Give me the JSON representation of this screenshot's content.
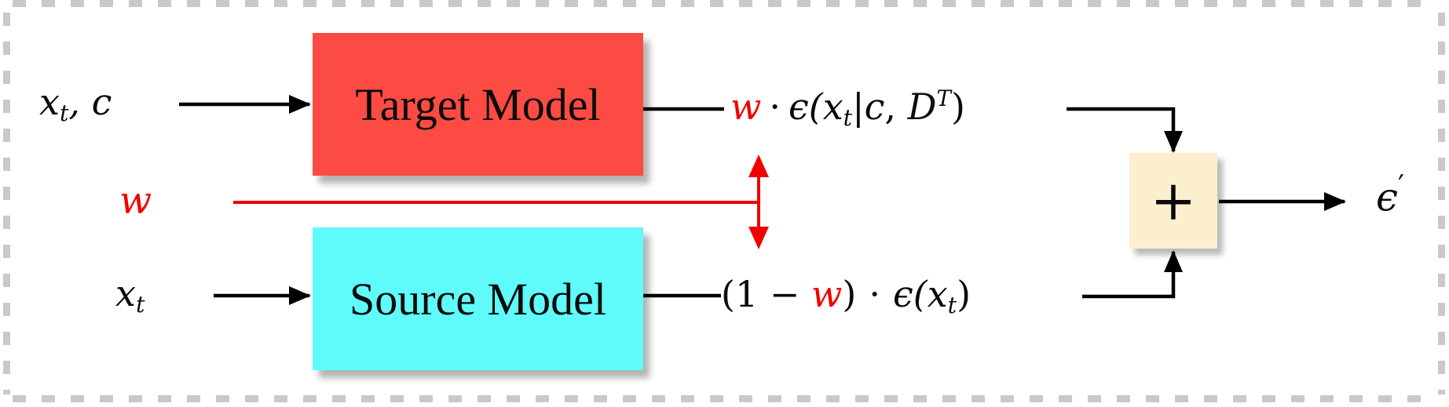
{
  "diagram": {
    "boxes": {
      "target_label": "Target Model",
      "source_label": "Source Model",
      "sum_label": "+"
    },
    "inputs": {
      "target": {
        "x": "x",
        "sub_t": "t",
        "rest": ", c"
      },
      "source": {
        "x": "x",
        "sub_t": "t"
      },
      "weight": "w"
    },
    "formula_top": {
      "weight": "w",
      "dot": "·",
      "eps_open": "ϵ(",
      "x": "x",
      "sub_t": "t",
      "bar": "|",
      "c": "c",
      "comma": ",",
      "dataset": "D",
      "sup_T": "T",
      "close": ")"
    },
    "formula_bottom": {
      "open": "(1",
      "minus": "−",
      "weight": "w",
      "close_paren": ")",
      "dot": "·",
      "eps_open": "ϵ(",
      "x": "x",
      "sub_t": "t",
      "close": ")"
    },
    "output": {
      "eps": "ϵ",
      "prime": "′"
    }
  },
  "colors": {
    "target_box": "#FC4B43",
    "source_box": "#5FFAFA",
    "sum_box": "#FCEFCE",
    "accent_red": "#F10000",
    "line_black": "#000000",
    "border_gray": "#C9C9C9"
  }
}
